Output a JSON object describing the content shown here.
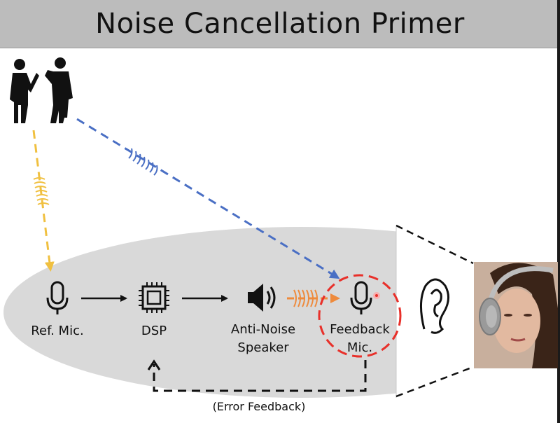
{
  "title": "Noise Cancellation Primer",
  "components": {
    "ref_mic": "Ref. Mic.",
    "dsp": "DSP",
    "speaker_line1": "Anti-Noise",
    "speaker_line2": "Speaker",
    "feedback_line1": "Feedback",
    "feedback_line2": "Mic."
  },
  "feedback_path_label": "(Error Feedback)",
  "icons": [
    "people-silhouette-icon",
    "microphone-icon",
    "chip-icon",
    "speaker-icon",
    "ear-icon",
    "headphones-photo"
  ],
  "colors": {
    "title_bar": "#bcbcbc",
    "ellipse": "#d9d9d9",
    "yellow_path": "#f0c040",
    "blue_path": "#4a6fc4",
    "orange_path": "#ee8a3c",
    "feedback_circle": "#e8302a"
  }
}
